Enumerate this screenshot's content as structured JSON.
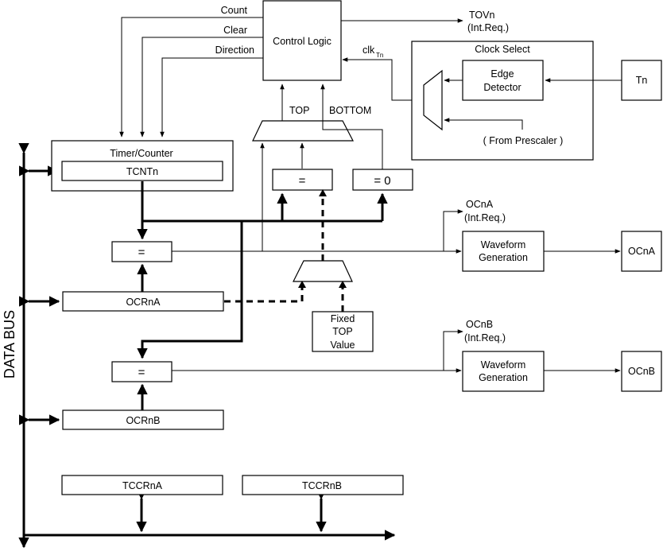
{
  "control_logic": {
    "title": "Control Logic",
    "inputs": [
      "Count",
      "Clear",
      "Direction"
    ],
    "tov_output": "TOVn",
    "tov_int": "(Int.Req.)",
    "clk_label": "clk",
    "clk_subscript": "Tn"
  },
  "clock_select": {
    "title": "Clock Select",
    "edge_detector_line1": "Edge",
    "edge_detector_line2": "Detector",
    "prescaler_label": "( From Prescaler )",
    "tn_input": "Tn"
  },
  "timer_counter": {
    "title": "Timer/Counter",
    "register": "TCNTn"
  },
  "comparators": {
    "top_label": "TOP",
    "bottom_label": "BOTTOM",
    "eq_top": "=",
    "eq_zero": "= 0",
    "eq_a": "=",
    "eq_b": "="
  },
  "ocr_registers": {
    "a": "OCRnA",
    "b": "OCRnB"
  },
  "fixed_top": {
    "line1": "Fixed",
    "line2": "TOP",
    "line3": "Value"
  },
  "channel_a": {
    "int_name": "OCnA",
    "int_req": "(Int.Req.)",
    "waveform_line1": "Waveform",
    "waveform_line2": "Generation",
    "output": "OCnA"
  },
  "channel_b": {
    "int_name": "OCnB",
    "int_req": "(Int.Req.)",
    "waveform_line1": "Waveform",
    "waveform_line2": "Generation",
    "output": "OCnB"
  },
  "control_registers": {
    "a": "TCCRnA",
    "b": "TCCRnB"
  },
  "data_bus": "DATA BUS"
}
